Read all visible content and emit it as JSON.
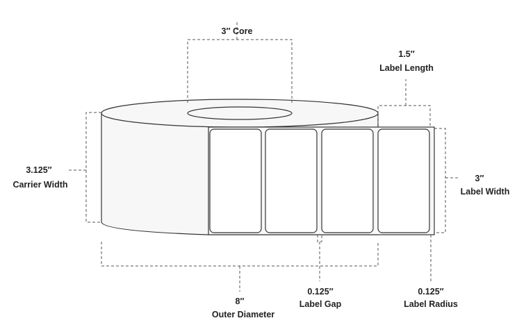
{
  "dimensions": {
    "core": {
      "value": "3″",
      "label": "Core"
    },
    "label_length": {
      "value": "1.5″",
      "label": "Label Length"
    },
    "carrier_width": {
      "value": "3.125″",
      "label": "Carrier Width"
    },
    "label_width": {
      "value": "3″",
      "label": "Label Width"
    },
    "outer_diameter": {
      "value": "8″",
      "label": "Outer Diameter"
    },
    "label_gap": {
      "value": "0.125″",
      "label": "Label Gap"
    },
    "label_radius": {
      "value": "0.125″",
      "label": "Label Radius"
    }
  },
  "colors": {
    "roll_side": "#f7f7f7",
    "outline": "#333333"
  }
}
